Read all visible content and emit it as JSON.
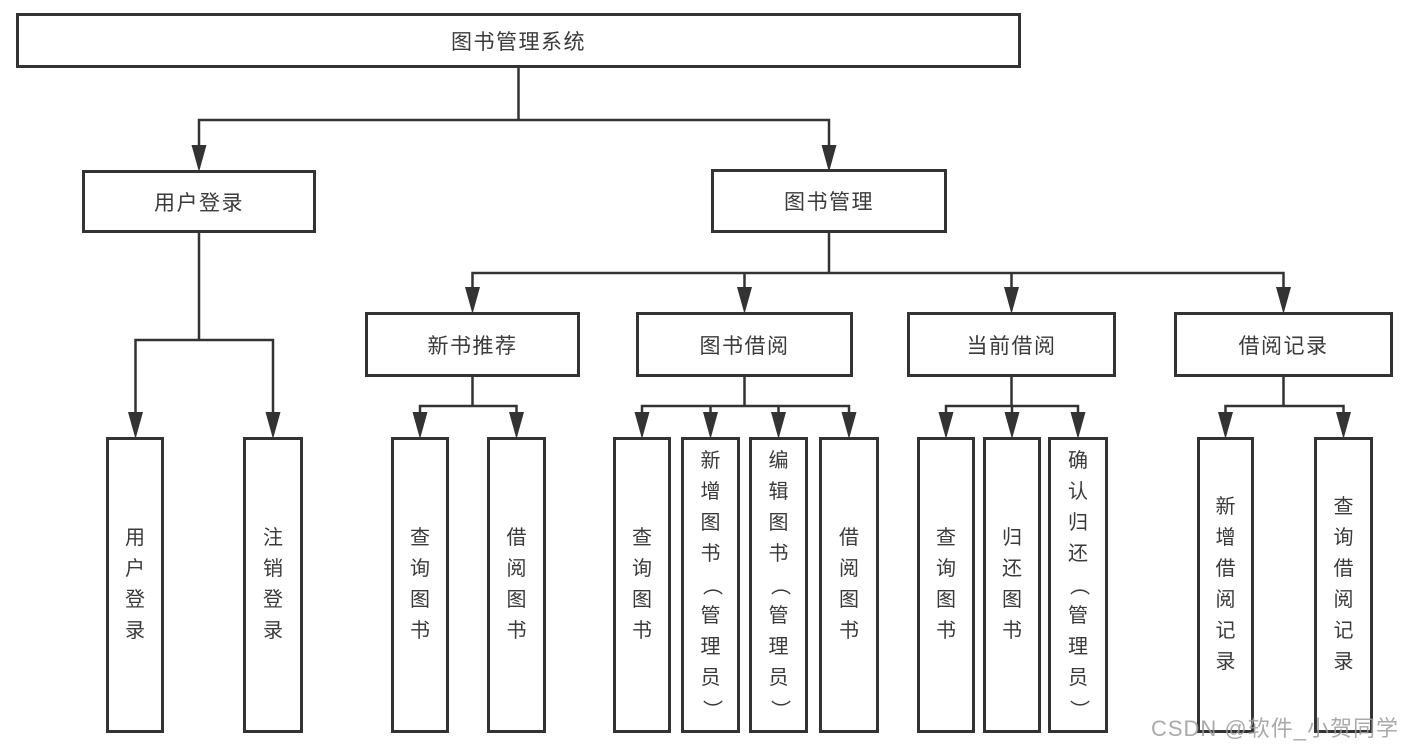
{
  "diagram": {
    "root": {
      "label": "图书管理系统"
    },
    "level2": [
      {
        "label": "用户登录"
      },
      {
        "label": "图书管理"
      }
    ],
    "level3": [
      {
        "label": "新书推荐"
      },
      {
        "label": "图书借阅"
      },
      {
        "label": "当前借阅"
      },
      {
        "label": "借阅记录"
      }
    ],
    "user_login_children": [
      {
        "label": "用户登录"
      },
      {
        "label": "注销登录"
      }
    ],
    "new_book_children": [
      {
        "label": "查询图书"
      },
      {
        "label": "借阅图书"
      }
    ],
    "book_borrow_children": [
      {
        "label": "查询图书"
      },
      {
        "label": "新增图书（管理员）"
      },
      {
        "label": "编辑图书（管理员）"
      },
      {
        "label": "借阅图书"
      }
    ],
    "current_borrow_children": [
      {
        "label": "查询图书"
      },
      {
        "label": "归还图书"
      },
      {
        "label": "确认归还（管理员）"
      }
    ],
    "borrow_record_children": [
      {
        "label": "新增借阅记录"
      },
      {
        "label": "查询借阅记录"
      }
    ],
    "watermark": "CSDN @软件_小贺同学",
    "colors": {
      "line": "#333333",
      "box_border": "#333333",
      "text": "#3a3a3a",
      "watermark": "#9b9b9b",
      "background": "#ffffff"
    }
  }
}
